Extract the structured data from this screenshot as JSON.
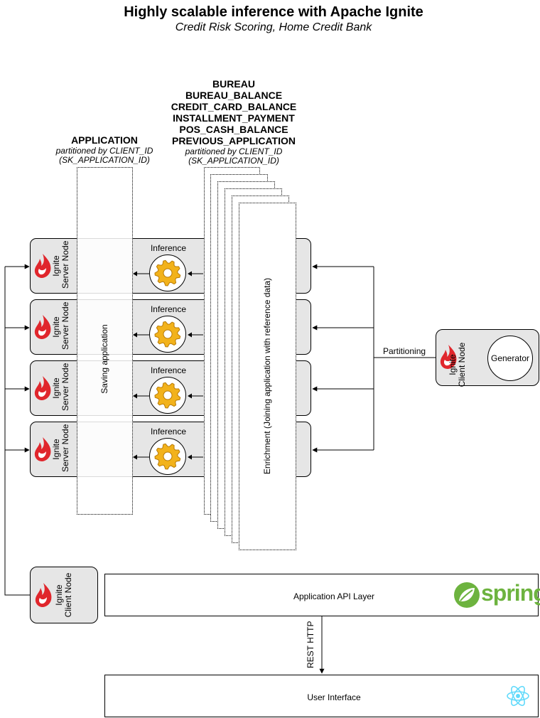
{
  "header": {
    "title": "Highly scalable inference with Apache Ignite",
    "subtitle": "Credit Risk Scoring, Home Credit Bank"
  },
  "application_table": {
    "name": "APPLICATION",
    "partition_line1": "partitioned by CLIENT_ID",
    "partition_line2": "(SK_APPLICATION_ID)",
    "process_label": "Saving application"
  },
  "reference_tables": {
    "names": [
      "BUREAU",
      "BUREAU_BALANCE",
      "CREDIT_CARD_BALANCE",
      "INSTALLMENT_PAYMENT",
      "POS_CASH_BALANCE",
      "PREVIOUS_APPLICATION"
    ],
    "partition_line1": "partitioned by CLIENT_ID",
    "partition_line2": "(SK_APPLICATION_ID)",
    "process_label": "Enrichment (Joining application with reference data)"
  },
  "server_nodes": [
    {
      "label_line1": "Ignite",
      "label_line2": "Server Node",
      "inference_label": "Inference"
    },
    {
      "label_line1": "Ignite",
      "label_line2": "Server Node",
      "inference_label": "Inference"
    },
    {
      "label_line1": "Ignite",
      "label_line2": "Server Node",
      "inference_label": "Inference"
    },
    {
      "label_line1": "Ignite",
      "label_line2": "Server Node",
      "inference_label": "Inference"
    }
  ],
  "generator_client": {
    "label_line1": "Ignite",
    "label_line2": "Client Node",
    "generator_label": "Generator",
    "edge_label": "Partitioning"
  },
  "api_client": {
    "label_line1": "Ignite",
    "label_line2": "Client Node"
  },
  "api_layer": {
    "label": "Application API Layer",
    "logo_text": "spring"
  },
  "rest_label": "REST HTTP",
  "user_interface": {
    "label": "User Interface"
  },
  "icons": {
    "ignite": "ignite-flame-icon",
    "gear": "gear-icon",
    "spring": "spring-leaf-icon",
    "react": "react-atom-icon"
  },
  "colors": {
    "node_fill": "#e6e6e6",
    "ignite_red": "#e0262c",
    "gear_gold": "#f2b21b",
    "spring_green": "#6db33f",
    "react_blue": "#61dafb"
  }
}
